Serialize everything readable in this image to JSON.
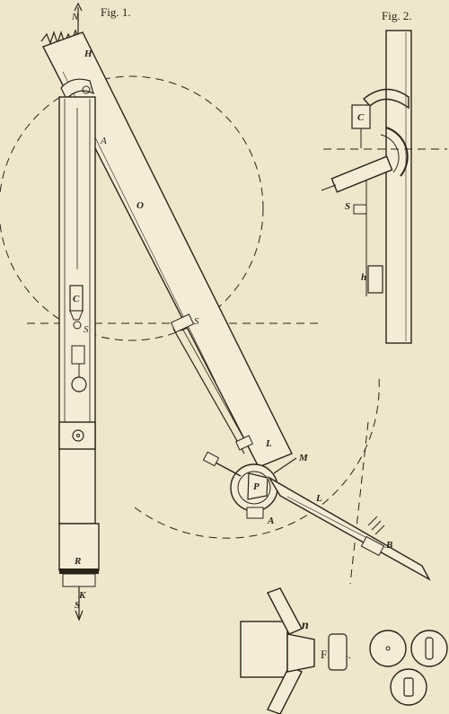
{
  "figures": {
    "fig1": "Fig. 1.",
    "fig2": "Fig. 2.",
    "fig3": "Fig. 3."
  },
  "labels": {
    "N": "N",
    "H": "H",
    "A_upper": "A",
    "O": "O",
    "C_fig1": "C",
    "S_fig1": "S",
    "S1": "S",
    "L1": "L",
    "M": "M",
    "P": "P",
    "L2": "L",
    "A_lower": "A",
    "B": "B",
    "R": "R",
    "K": "K",
    "S_bottom": "S",
    "C_fig2": "C",
    "S_fig2": "S",
    "h": "h",
    "n": "n"
  },
  "colors": {
    "paper": "#efe6cc",
    "ink": "#2a2418"
  }
}
